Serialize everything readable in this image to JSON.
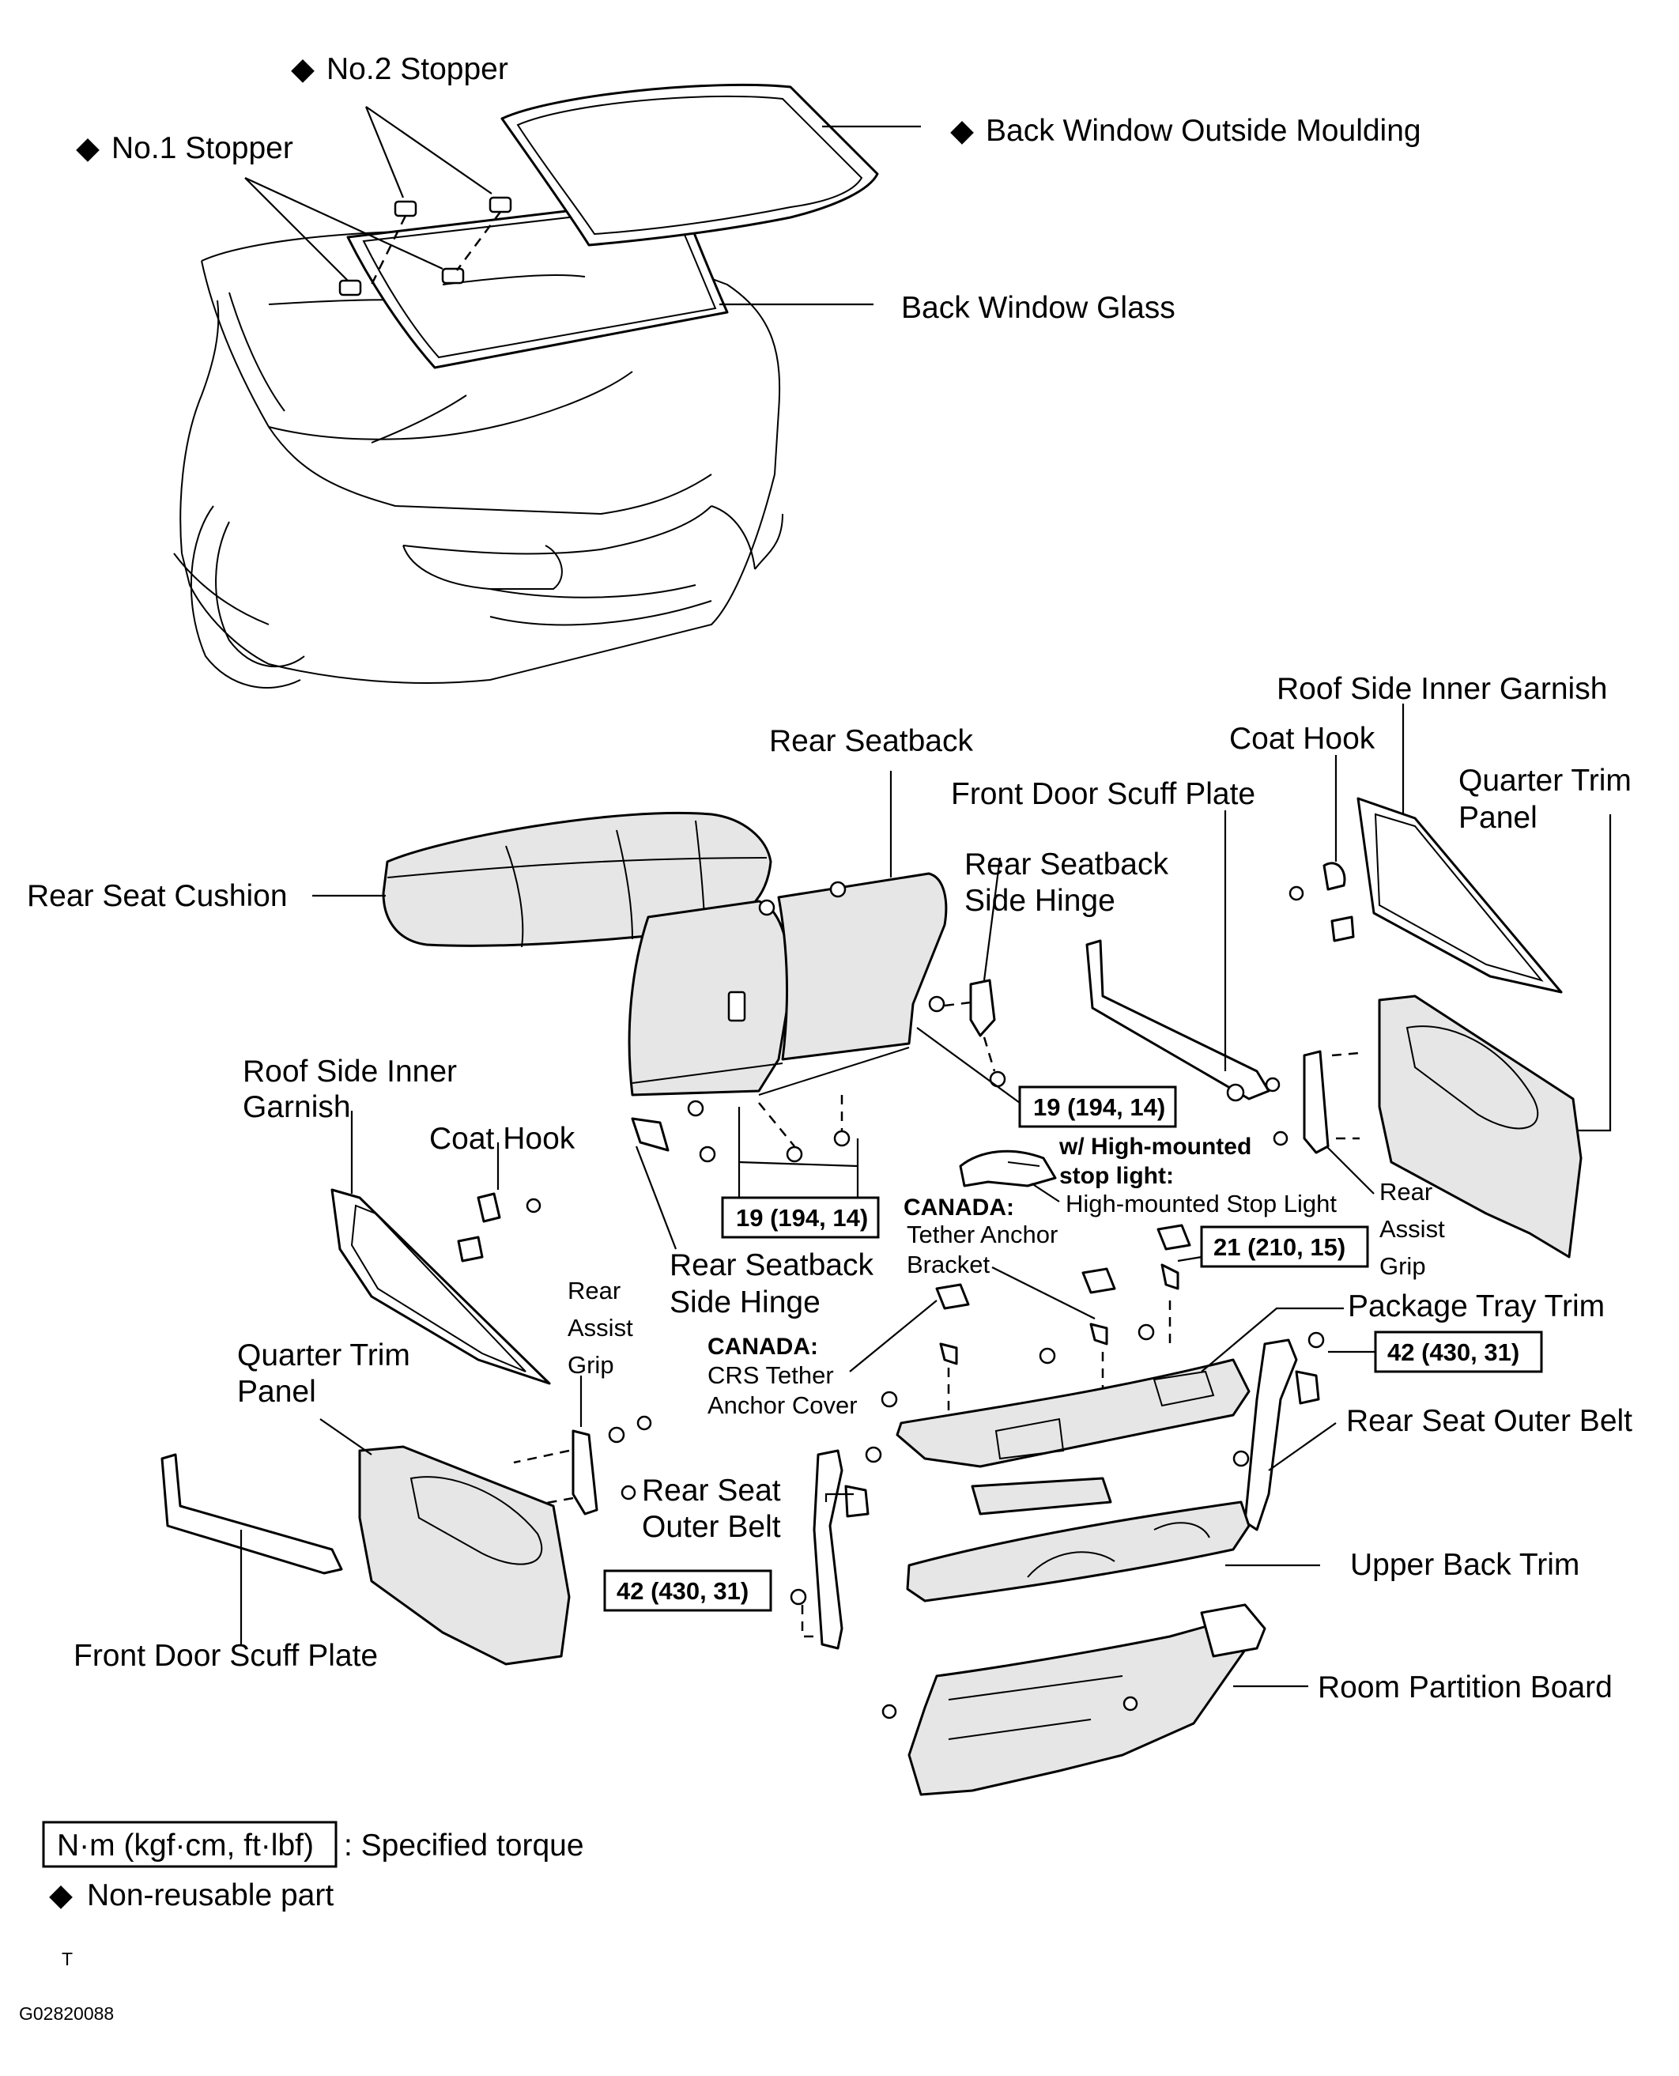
{
  "labels": {
    "no2_stopper": "No.2 Stopper",
    "no1_stopper": "No.1 Stopper",
    "back_window_outside_moulding": "Back Window Outside Moulding",
    "back_window_glass": "Back Window Glass",
    "roof_side_inner_garnish_right": "Roof Side Inner Garnish",
    "coat_hook_right": "Coat Hook",
    "quarter_trim_panel_right_1": "Quarter Trim",
    "quarter_trim_panel_right_2": "Panel",
    "rear_seatback": "Rear Seatback",
    "front_door_scuff_plate_right": "Front Door Scuff Plate",
    "rear_seat_cushion": "Rear Seat Cushion",
    "rear_seatback_side_hinge_right_1": "Rear Seatback",
    "rear_seatback_side_hinge_right_2": "Side Hinge",
    "roof_side_inner_garnish_left_1": "Roof Side Inner",
    "roof_side_inner_garnish_left_2": "Garnish",
    "coat_hook_left": "Coat Hook",
    "hm_stop_light_cond_1": "w/ High-mounted",
    "hm_stop_light_cond_2": "stop light:",
    "hm_stop_light": "High-mounted Stop Light",
    "rear_assist_grip_right_1": "Rear",
    "rear_assist_grip_right_2": "Assist",
    "rear_assist_grip_right_3": "Grip",
    "canada_1": "CANADA:",
    "tether_anchor_bracket_1": "Tether Anchor",
    "tether_anchor_bracket_2": "Bracket",
    "rear_seatback_side_hinge_left_1": "Rear Seatback",
    "rear_seatback_side_hinge_left_2": "Side Hinge",
    "package_tray_trim": "Package Tray Trim",
    "rear_assist_grip_left_1": "Rear",
    "rear_assist_grip_left_2": "Assist",
    "rear_assist_grip_left_3": "Grip",
    "canada_2": "CANADA:",
    "crs_tether_anchor_cover_1": "CRS Tether",
    "crs_tether_anchor_cover_2": "Anchor Cover",
    "quarter_trim_panel_left_1": "Quarter Trim",
    "quarter_trim_panel_left_2": "Panel",
    "rear_seat_outer_belt_right": "Rear Seat Outer Belt",
    "rear_seat_outer_belt_left_1": "Rear Seat",
    "rear_seat_outer_belt_left_2": "Outer Belt",
    "upper_back_trim": "Upper Back Trim",
    "front_door_scuff_plate_left": "Front Door Scuff Plate",
    "room_partition_board": "Room Partition Board"
  },
  "torques": {
    "t1": "19 (194, 14)",
    "t2": "19 (194, 14)",
    "t3": "21 (210, 15)",
    "t4": "42 (430, 31)",
    "t5": "42 (430, 31)"
  },
  "legend": {
    "torque_box": "N·m (kgf·cm, ft·lbf)",
    "torque_desc": ": Specified torque",
    "nonreusable": "Non-reusable part"
  },
  "marks": {
    "diamond": "◆",
    "t_mark": "T"
  },
  "figure_code": "G02820088"
}
